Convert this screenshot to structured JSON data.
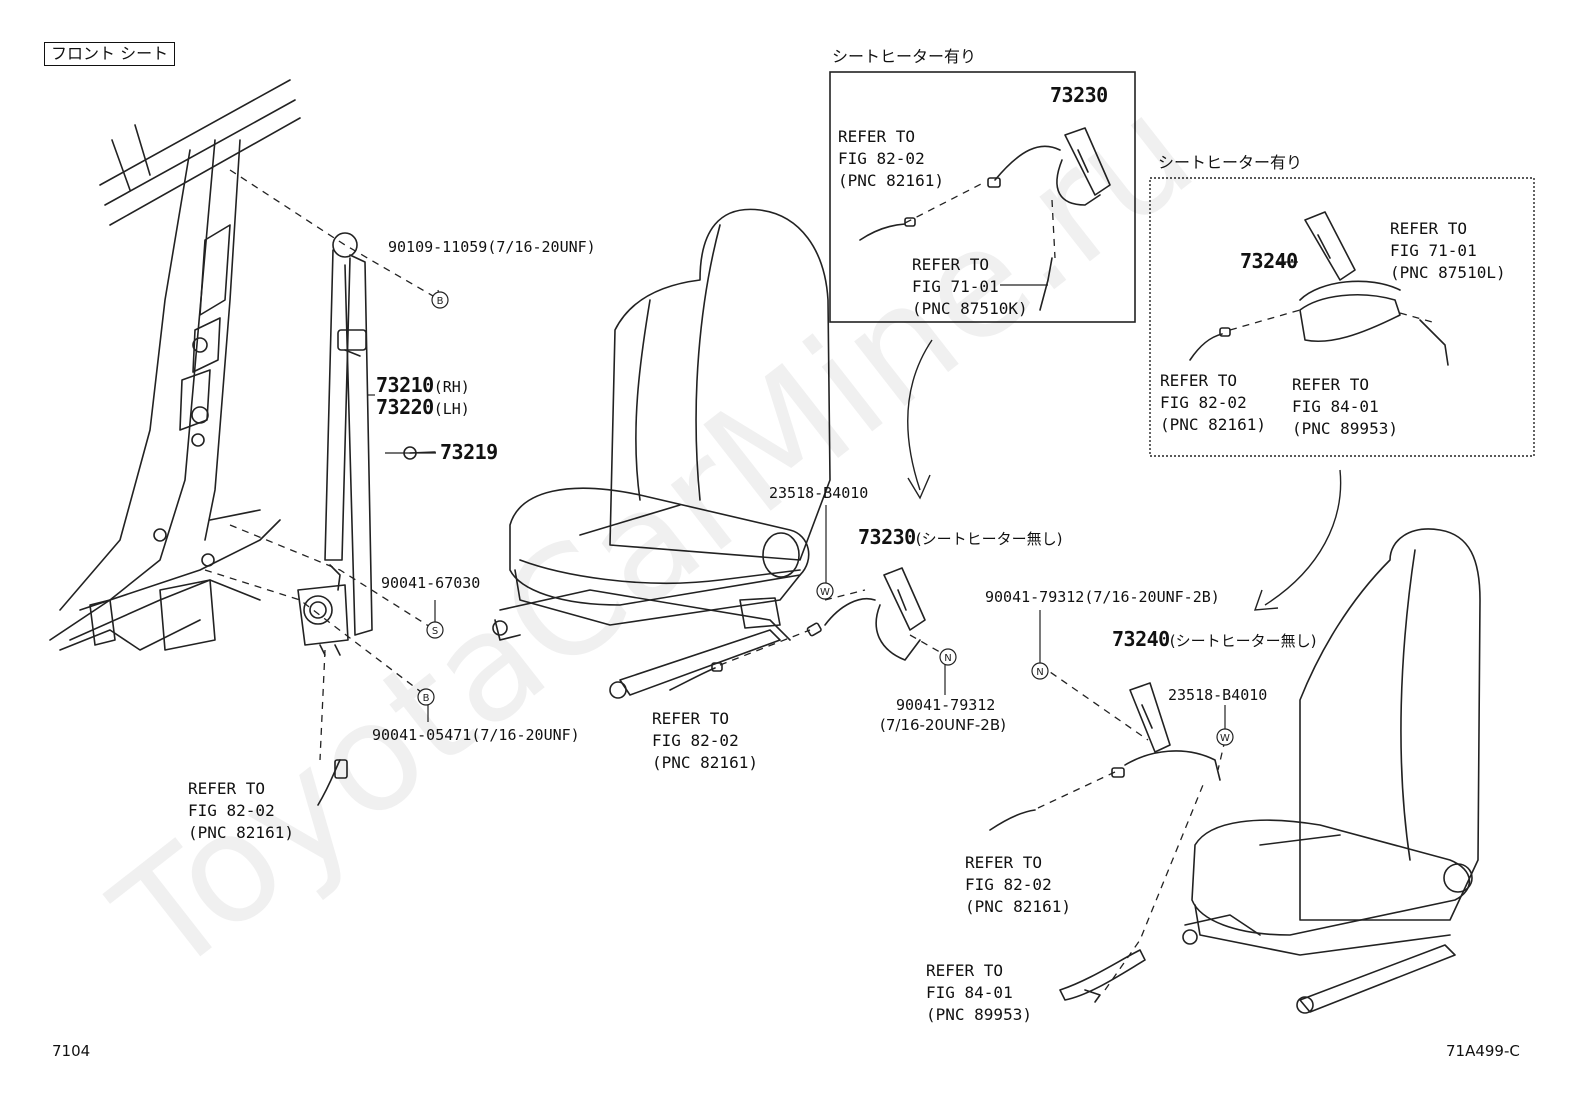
{
  "header": {
    "section_label": "フロント シート"
  },
  "footer": {
    "page_code": "7104",
    "figure_code": "71A499-C"
  },
  "watermark": {
    "text": "ToyotaCarMine.ru"
  },
  "boxes": {
    "left_heater": {
      "title": "シートヒーター有り"
    },
    "right_heater": {
      "title": "シートヒーター有り"
    }
  },
  "parts": {
    "p90109": {
      "number": "90109-11059",
      "spec": "(7/16-20UNF)"
    },
    "p73210": {
      "number": "73210",
      "side": "(RH)"
    },
    "p73220": {
      "number": "73220",
      "side": "(LH)"
    },
    "p73219": {
      "number": "73219"
    },
    "p90041_67030": {
      "number": "90041-67030"
    },
    "p90041_05471": {
      "number": "90041-05471",
      "spec": "(7/16-20UNF)"
    },
    "p23518_left": {
      "number": "23518-B4010"
    },
    "p73230_box": {
      "number": "73230"
    },
    "p73230_main": {
      "number": "73230",
      "note": "(シートヒーター無し)"
    },
    "p90041_79312_left": {
      "number": "90041-79312",
      "spec": "(7/16-20UNF-2B)"
    },
    "p90041_79312_right": {
      "number": "90041-79312",
      "spec": "(7/16-20UNF-2B)"
    },
    "p73240_box": {
      "number": "73240"
    },
    "p73240_main": {
      "number": "73240",
      "note": "(シートヒーター無し)"
    },
    "p23518_right": {
      "number": "23518-B4010"
    }
  },
  "markers": {
    "B": "B",
    "S": "S",
    "W": "W",
    "N": "N"
  },
  "refs": {
    "belt_connector": {
      "l1": "REFER TO",
      "l2": "FIG 82-02",
      "l3": "(PNC 82161)"
    },
    "seat_harness_left": {
      "l1": "REFER TO",
      "l2": "FIG 82-02",
      "l3": "(PNC 82161)"
    },
    "box_left_82": {
      "l1": "REFER TO",
      "l2": "FIG 82-02",
      "l3": "(PNC 82161)"
    },
    "box_left_71": {
      "l1": "REFER TO",
      "l2": "FIG 71-01",
      "l3": "(PNC 87510K)"
    },
    "box_right_71": {
      "l1": "REFER TO",
      "l2": "FIG 71-01",
      "l3": "(PNC 87510L)"
    },
    "box_right_82": {
      "l1": "REFER TO",
      "l2": "FIG 82-02",
      "l3": "(PNC 82161)"
    },
    "box_right_84": {
      "l1": "REFER TO",
      "l2": "FIG 84-01",
      "l3": "(PNC 89953)"
    },
    "right_82": {
      "l1": "REFER TO",
      "l2": "FIG 82-02",
      "l3": "(PNC 82161)"
    },
    "right_84": {
      "l1": "REFER TO",
      "l2": "FIG 84-01",
      "l3": "(PNC 89953)"
    }
  }
}
